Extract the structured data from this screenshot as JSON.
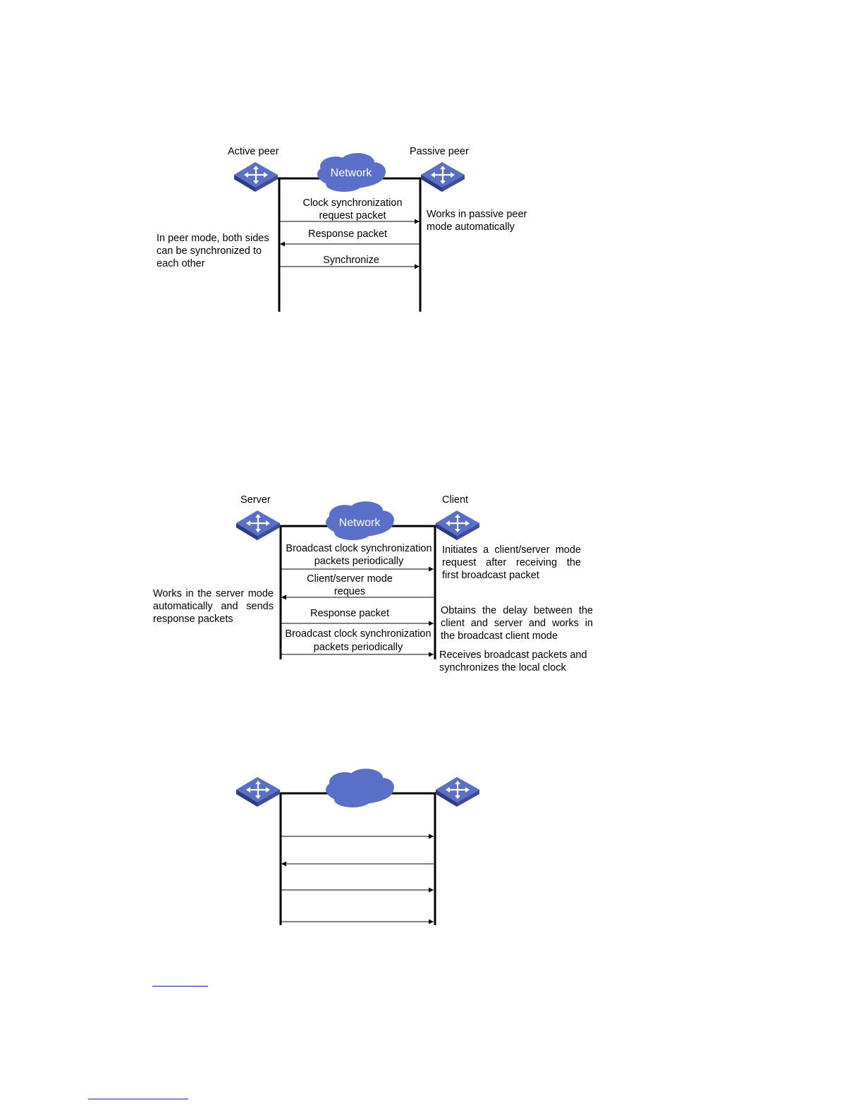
{
  "colors": {
    "switch_top": "#5b6fc4",
    "switch_side": "#3b4e9e",
    "cloud": "#5a6fc8",
    "line": "#000000",
    "cloud_text": "#ffffff",
    "link": "#1f1fd0"
  },
  "icons": {
    "switch": "switch-icon",
    "cloud": "network-cloud-icon",
    "switch_label": "SWITCH"
  },
  "diagram1": {
    "left_label": "Active peer",
    "right_label": "Passive peer",
    "cloud_label": "Network",
    "msg1_line1": "Clock synchronization",
    "msg1_line2": "request packet",
    "msg2": "Response packet",
    "msg3": "Synchronize",
    "right_note_line1": "Works in passive peer",
    "right_note_line2": "mode automatically",
    "left_note_line1": "In peer mode, both sides",
    "left_note_line2": "can be synchronized to",
    "left_note_line3": "each other"
  },
  "diagram2": {
    "left_label": "Server",
    "right_label": "Client",
    "cloud_label": "Network",
    "msg1_line1": "Broadcast clock synchronization",
    "msg1_line2": "packets periodically",
    "msg2_line1": "Client/server mode",
    "msg2_line2": "reques",
    "msg3": "Response packet",
    "msg4_line1": "Broadcast clock synchronization",
    "msg4_line2": "packets periodically",
    "right_note1_line1": "Initiates a client/server mode",
    "right_note1_line2": "request after receiving the",
    "right_note1_line3": "first broadcast packet",
    "right_note2_line1": "Obtains the delay between the",
    "right_note2_line2": "client and server and works in",
    "right_note2_line3": "the broadcast client mode",
    "right_note3_line1": "Receives broadcast packets and",
    "right_note3_line2": "synchronizes the local clock",
    "left_note_line1": "Works in the server mode",
    "left_note_line2": "automatically and sends",
    "left_note_line3": "response packets"
  }
}
